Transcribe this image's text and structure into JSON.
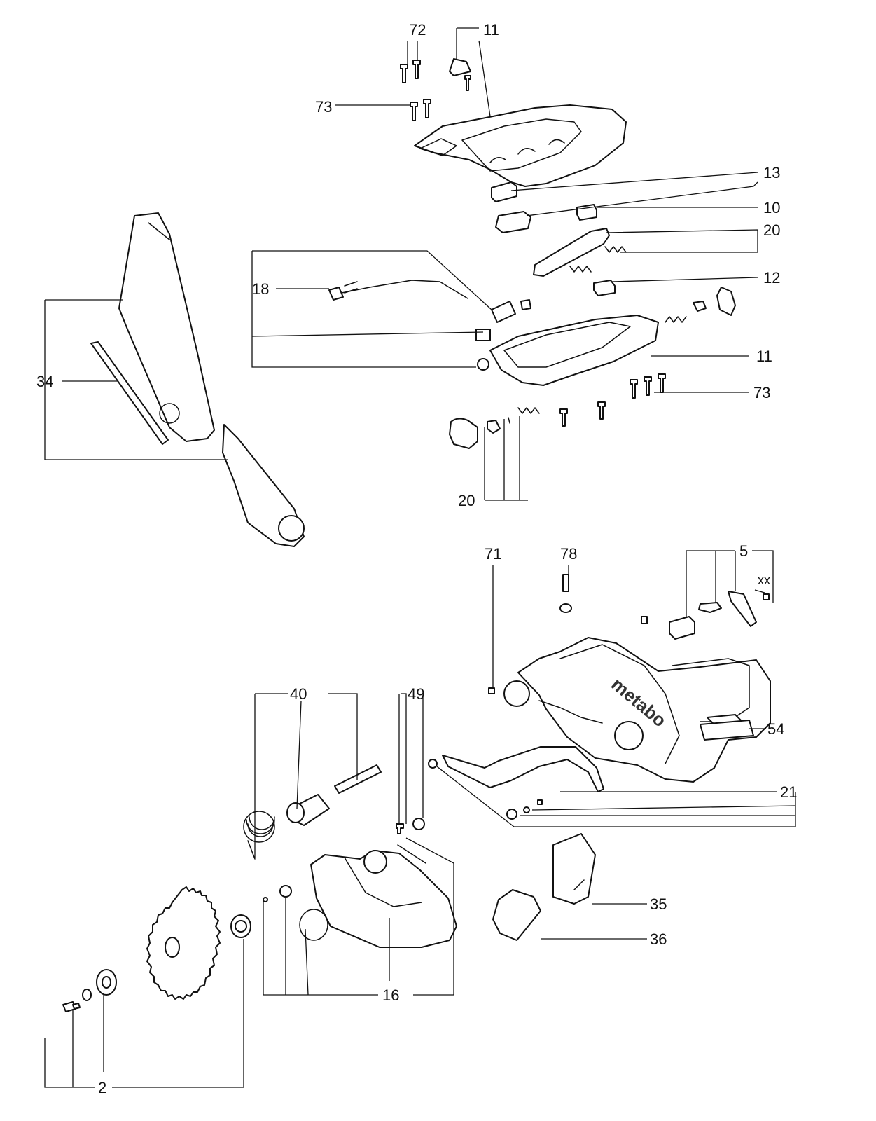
{
  "diagram": {
    "labels": {
      "l72": "72",
      "l11_top": "11",
      "l73_top": "73",
      "l13": "13",
      "l10": "10",
      "l20_right": "20",
      "l12": "12",
      "l18": "18",
      "l11_mid": "11",
      "l73_mid": "73",
      "l34": "34",
      "l20_bottom": "20",
      "l71": "71",
      "l78": "78",
      "l5": "5",
      "lxx": "xx",
      "l40": "40",
      "l49": "49",
      "l54": "54",
      "l21": "21",
      "l35": "35",
      "l36": "36",
      "l16": "16",
      "l2": "2"
    },
    "brand": "metabo"
  }
}
